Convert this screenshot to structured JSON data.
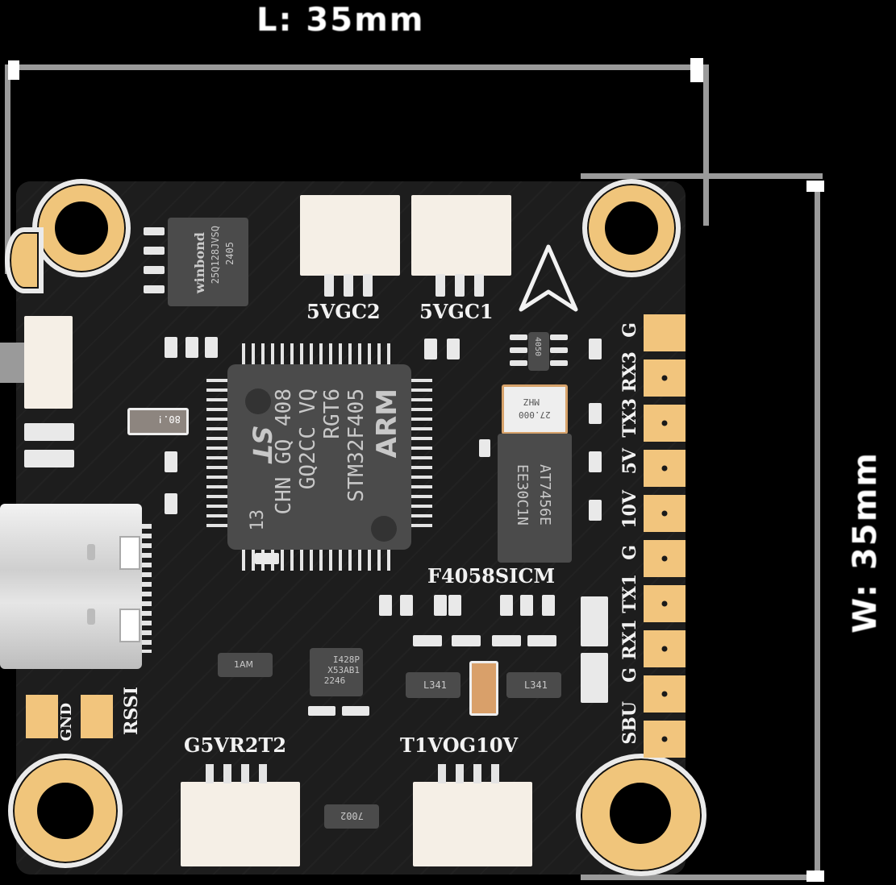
{
  "dimensions": {
    "length_label": "L: 35mm",
    "width_label": "W: 35mm"
  },
  "board": {
    "model_label": "F4058SICM",
    "top_connectors": [
      {
        "label": "5VGC2",
        "pins": 3
      },
      {
        "label": "5VGC1",
        "pins": 3
      }
    ],
    "bottom_connectors": [
      {
        "label": "G5VR2T2",
        "pins": 4
      },
      {
        "label": "T1VOG10V",
        "pins": 4
      }
    ],
    "side_pads": [
      "G",
      "RX3",
      "TX3",
      "5V",
      "10V",
      "G",
      "TX1",
      "RX1",
      "G",
      "SBU"
    ],
    "bottom_left_pads": [
      "GND",
      "RSSI"
    ],
    "chips": {
      "flash": {
        "brand": "winbond",
        "part": "25Q128JVSQ",
        "code": "2405"
      },
      "mcu": {
        "lines": [
          "ARM",
          "STM32F405",
          "RGT6",
          "GQ2CC VQ",
          "CHN GQ 408"
        ],
        "logo": "ST",
        "extra": "13"
      },
      "osd": {
        "lines": [
          "AT7456E",
          "EE30C1N"
        ]
      },
      "crystal": {
        "freq": "27.000",
        "unit": "MHZ"
      },
      "small_top": "4050",
      "small_crystal": "80.!",
      "imu": {
        "lines": [
          "I428P",
          "X53AB1",
          "2246"
        ]
      },
      "reg1": "1AM",
      "reg2": "L341",
      "reg3": "L341",
      "reg4": "7002"
    },
    "arrow_icon": "direction-arrow-icon"
  },
  "colors": {
    "background": "#000000",
    "pcb": "#1d1d1d",
    "gold_pad": "#f2c57d",
    "silkscreen": "#f2f2f2",
    "dimension_line": "#9a9a9a"
  }
}
